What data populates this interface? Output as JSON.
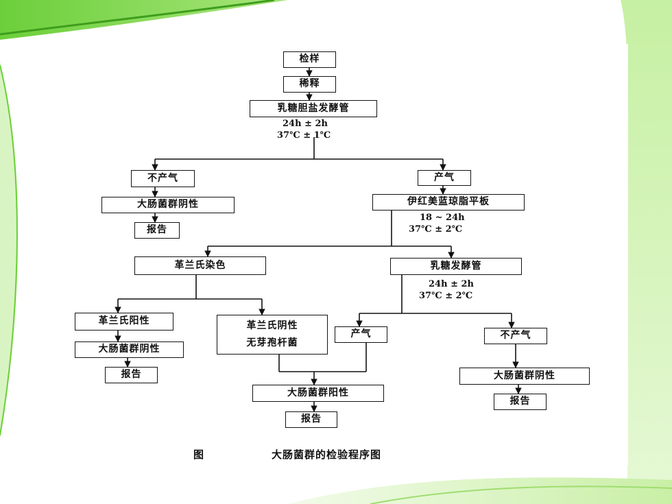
{
  "theme": {
    "accent_green": "#7fd44a",
    "light_green": "#c9f0a8",
    "line_color": "#111111"
  },
  "nodes": {
    "sample": "检样",
    "dilute": "稀释",
    "lactose_bile_tube": "乳糖胆盐发酵管",
    "no_gas_1": "不产气",
    "gas_1": "产气",
    "coliform_negative_1": "大肠菌群阴性",
    "report_1": "报告",
    "emb_agar": "伊红美蓝琼脂平板",
    "gram_stain": "革兰氏染色",
    "lactose_tube": "乳糖发酵管",
    "gram_positive": "革兰氏阳性",
    "coliform_negative_2": "大肠菌群阴性",
    "report_2": "报告",
    "gram_negative": "革兰氏阴性",
    "non_spore_bacilli": "无芽孢杆菌",
    "gas_2": "产气",
    "no_gas_2": "不产气",
    "coliform_negative_3": "大肠菌群阴性",
    "report_3": "报告",
    "coliform_positive": "大肠菌群阳性",
    "report_4": "报告"
  },
  "conditions": {
    "first": {
      "time": "24h ± 2h",
      "temp": "37℃ ± 1℃"
    },
    "emb": {
      "time": "18 ~ 24h",
      "temp": "37℃ ± 2℃"
    },
    "lactose": {
      "time": "24h ± 2h",
      "temp": "37℃ ± 2℃"
    }
  },
  "caption": {
    "label": "图",
    "title": "大肠菌群的检验程序图"
  }
}
